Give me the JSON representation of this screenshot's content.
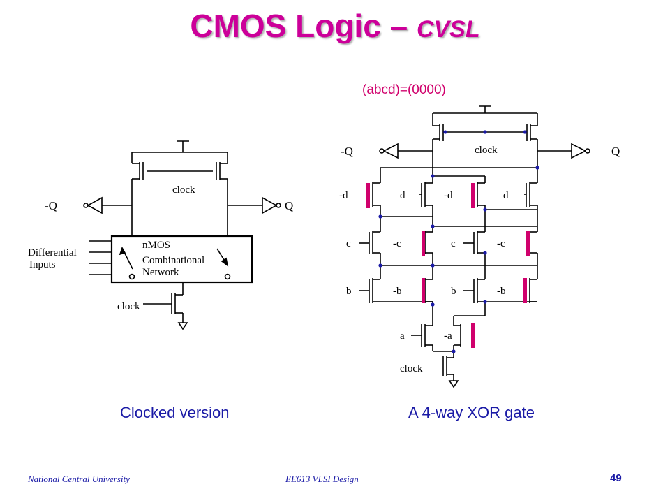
{
  "slide": {
    "title_main": "CMOS Logic – ",
    "title_sub": "CVSL",
    "state_label": "(abcd)=(0000)",
    "caption_left": "Clocked version",
    "caption_right": "A 4-way XOR gate",
    "footer_left": "National Central University",
    "footer_center": "EE613 VLSI Design",
    "page_number": "49"
  },
  "left_circuit": {
    "clock_top": "clock",
    "clock_bottom": "clock",
    "out_neg": "-Q",
    "out_pos": "Q",
    "inputs_line1": "Differential",
    "inputs_line2": "Inputs",
    "network_line1": "nMOS",
    "network_line2": "Combinational",
    "network_line3": "Network"
  },
  "right_circuit": {
    "clock_top": "clock",
    "clock_bottom": "clock",
    "out_neg": "-Q",
    "out_pos": "Q",
    "row_d": [
      "-d",
      "d",
      "-d",
      "d"
    ],
    "row_c": [
      "c",
      "-c",
      "c",
      "-c"
    ],
    "row_b": [
      "b",
      "-b",
      "b",
      "-b"
    ],
    "row_a": [
      "a",
      "-a"
    ]
  },
  "colors": {
    "title": "#cc0099",
    "caption": "#1a1aa6",
    "highlight": "#d0006c",
    "node_dot": "#1a1aa6"
  }
}
